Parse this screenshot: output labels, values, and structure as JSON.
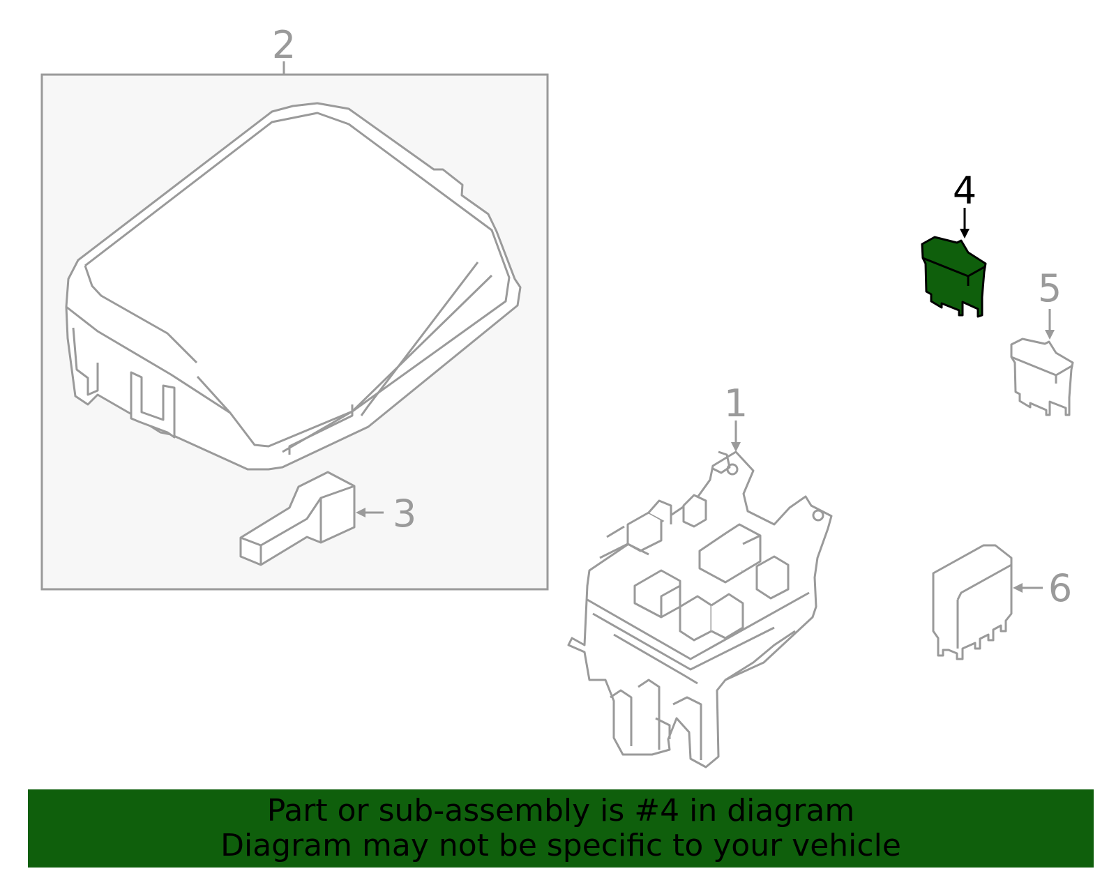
{
  "callouts": [
    {
      "id": "1",
      "label": "1",
      "highlighted": false
    },
    {
      "id": "2",
      "label": "2",
      "highlighted": false
    },
    {
      "id": "3",
      "label": "3",
      "highlighted": false
    },
    {
      "id": "4",
      "label": "4",
      "highlighted": true
    },
    {
      "id": "5",
      "label": "5",
      "highlighted": false
    },
    {
      "id": "6",
      "label": "6",
      "highlighted": false
    }
  ],
  "banner": {
    "line1": "Part or sub-assembly is #4 in diagram",
    "line2": "Diagram may not be specific to your vehicle"
  },
  "colors": {
    "outline": "#9a9a9a",
    "highlight_fill": "#0f5f0c",
    "highlight_outline": "#000000",
    "banner_bg": "#0f5f0c",
    "group_box_bg": "#f7f7f7"
  }
}
